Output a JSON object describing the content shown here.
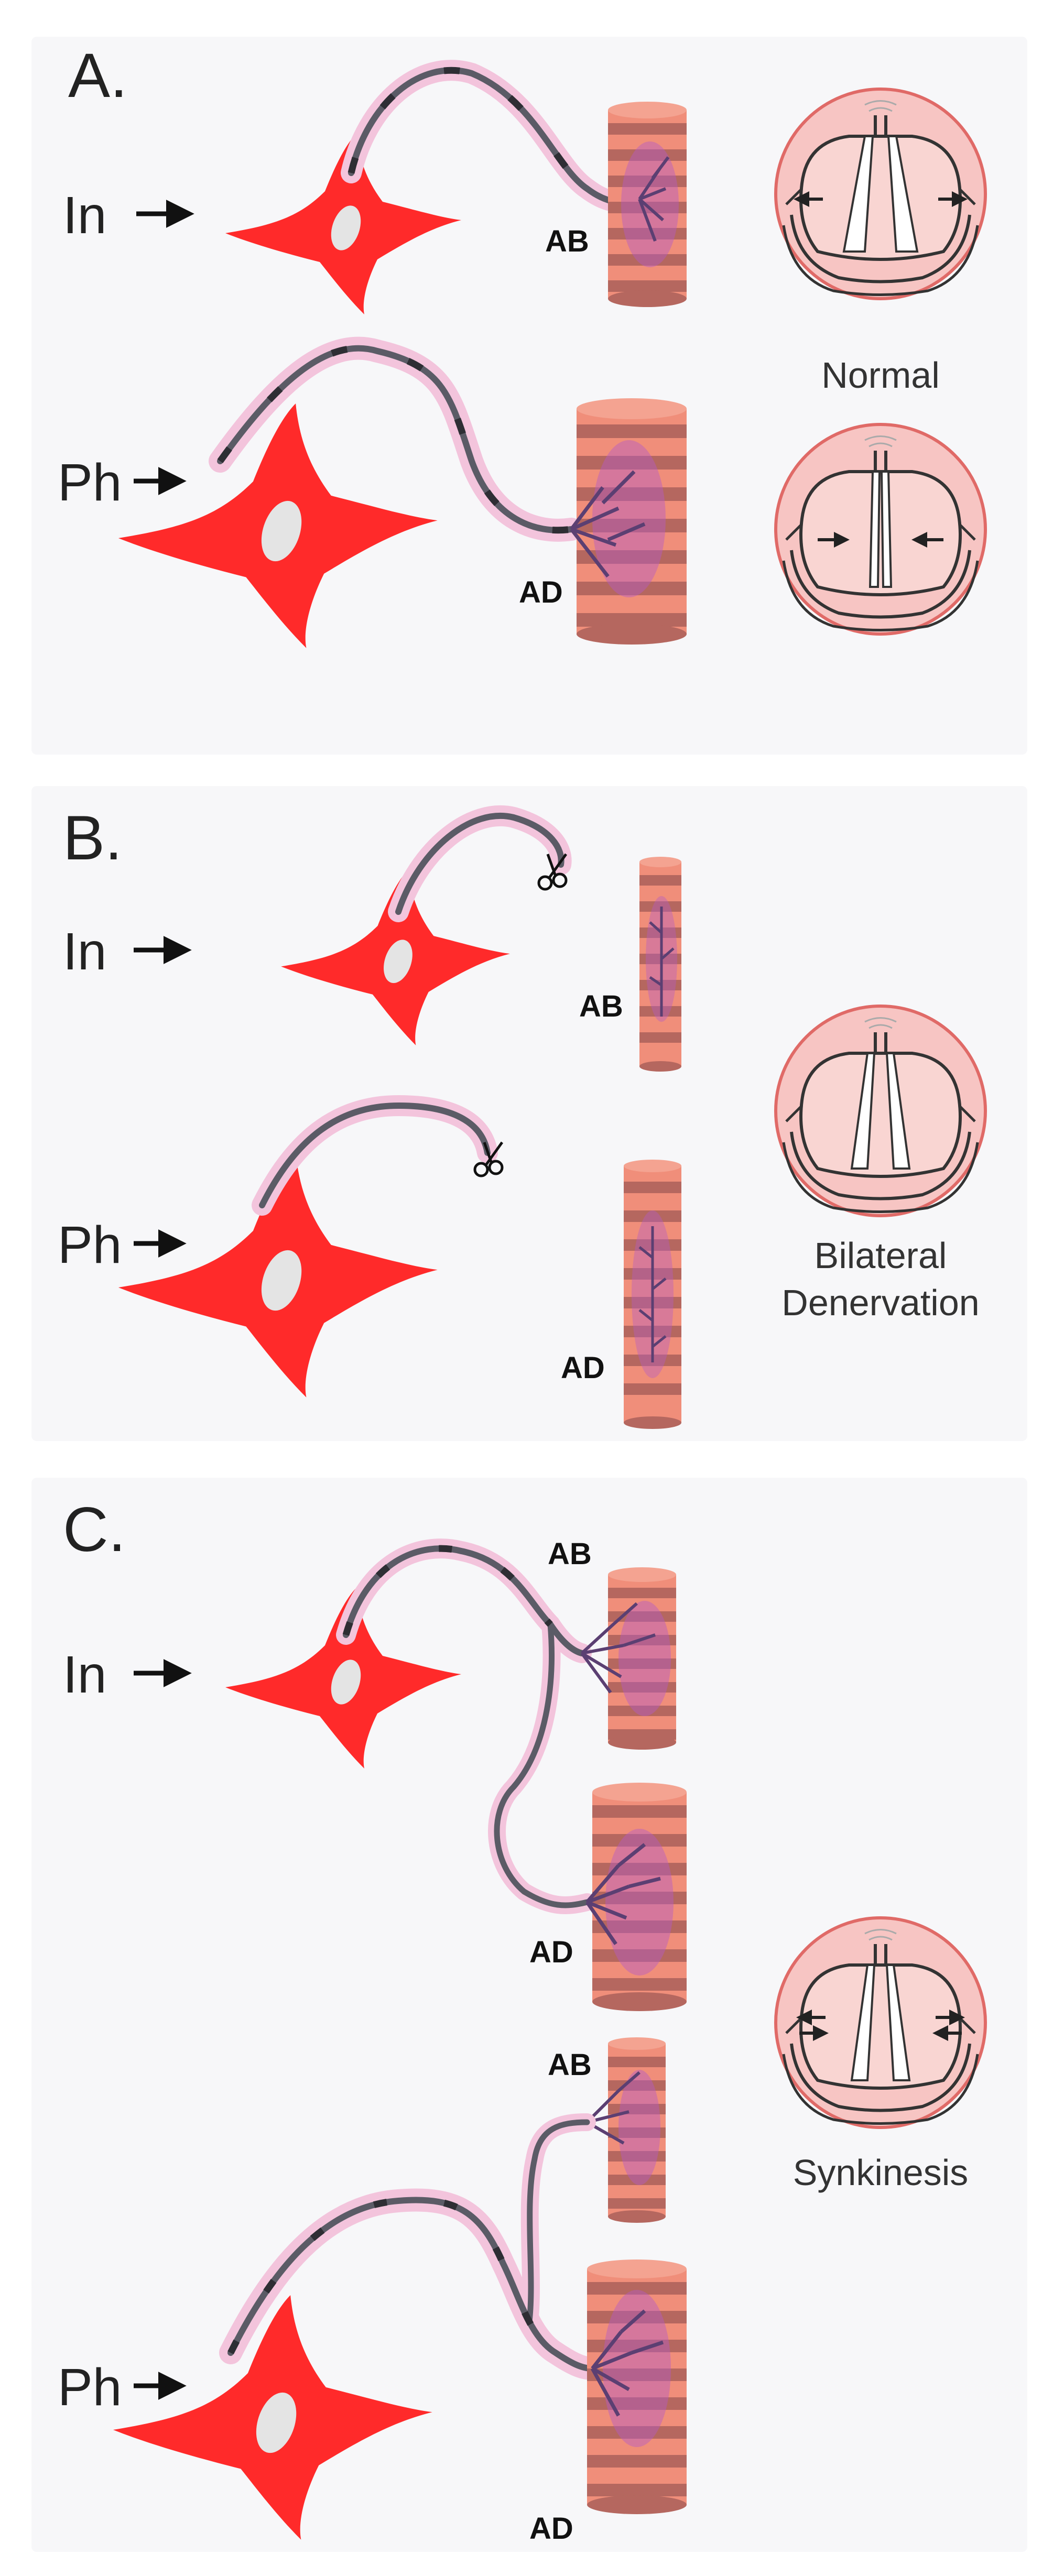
{
  "colors": {
    "neuron": "#ff2a2a",
    "neuron_nucleus": "#e4e4e4",
    "axon": "#5b5b66",
    "myelin": "#f3c4dc",
    "muscle_light": "#f08e7a",
    "muscle_dark": "#b5675f",
    "nerve_terminal_halo": "#b45cc6",
    "larynx_fill": "#f7c5c3",
    "larynx_ring": "#e06a67"
  },
  "panels": {
    "a": {
      "label": "A.",
      "in_label": "In",
      "ph_label": "Ph",
      "ab_label": "AB",
      "ad_label": "AD",
      "caption": "Normal"
    },
    "b": {
      "label": "B.",
      "in_label": "In",
      "ph_label": "Ph",
      "ab_label": "AB",
      "ad_label": "AD",
      "caption_line1": "Bilateral",
      "caption_line2": "Denervation"
    },
    "c": {
      "label": "C.",
      "in_label": "In",
      "ph_label": "Ph",
      "ab_label_1": "AB",
      "ad_label_1": "AD",
      "ab_label_2": "AB",
      "ad_label_2": "AD",
      "caption": "Synkinesis"
    }
  }
}
